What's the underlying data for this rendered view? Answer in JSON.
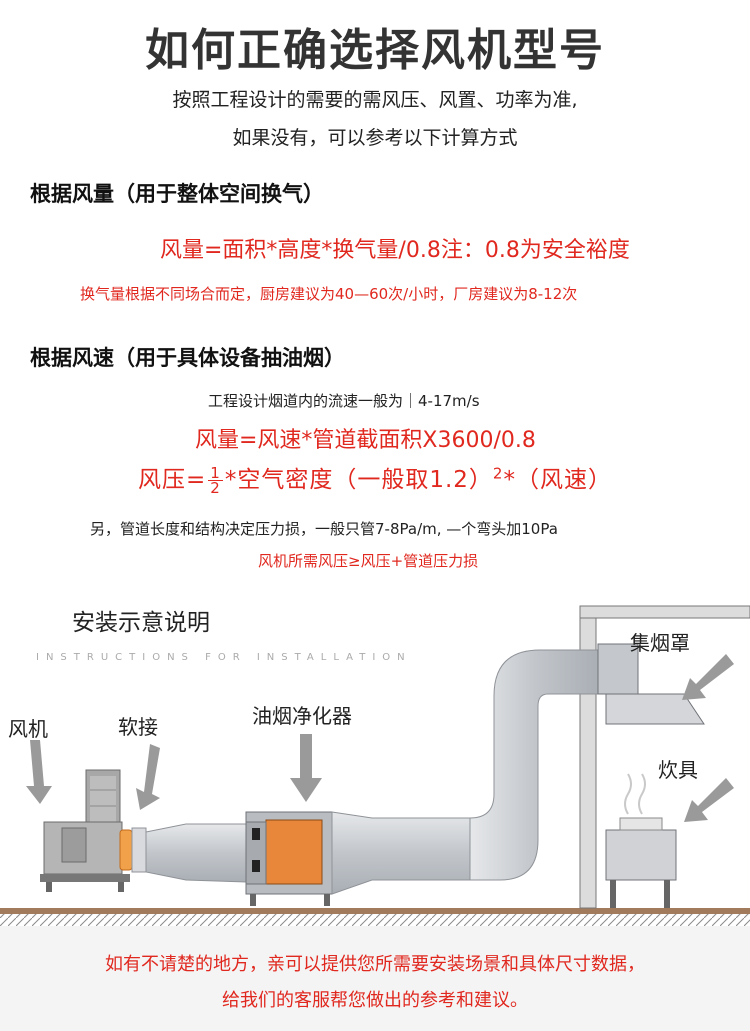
{
  "title": "如何正确选择风机型号",
  "intro": {
    "line1": "按照工程设计的需要的需风压、风置、功率为准,",
    "line2": "如果没有，可以参考以下计算方式"
  },
  "section1": {
    "heading": "根据风量（用于整体空间换气）",
    "formula": "风量=面积*高度*换气量/0.8注：0.8为安全裕度",
    "note": "换气量根据不同场合而定，厨房建议为40—60次/小时，厂房建议为8-12次"
  },
  "section2": {
    "heading": "根据风速（用于具体设备抽油烟）",
    "flow_note": "工程设计烟道内的流速一般为｜4-17m/s",
    "formula1": "风量=风速*管道截面积X3600/0.8",
    "formula2": {
      "prefix": "风压=",
      "frac_num": "1",
      "frac_den": "2",
      "middle": "*空气密度（一般取1.2）",
      "exp": "2",
      "suffix": "*（风速）"
    },
    "loss_note": "另，管道长度和结构决定压力损，一般只管7-8Pa/m, —个弯头加10Pa",
    "pressure_note": "风机所需风压≥风压+管道压力损"
  },
  "install": {
    "title": "安装示意说明",
    "subtitle": "INSTRUCTIONS FOR INSTALLATION",
    "labels": {
      "fan": "风机",
      "soft_joint": "软接",
      "purifier": "油烟净化器",
      "hood": "集烟罩",
      "stove": "炊具"
    }
  },
  "footer": {
    "line1": "如有不请楚的地方，亲可以提供您所需要安装场景和具体尺寸数据，",
    "line2": "给我们的客服帮您做出的参考和建议。"
  },
  "colors": {
    "accent_red": "#e0281f",
    "arrow_gray": "#9a9a9a",
    "duct_gray": "#c9ccd0",
    "purifier_orange": "#e8873a"
  }
}
